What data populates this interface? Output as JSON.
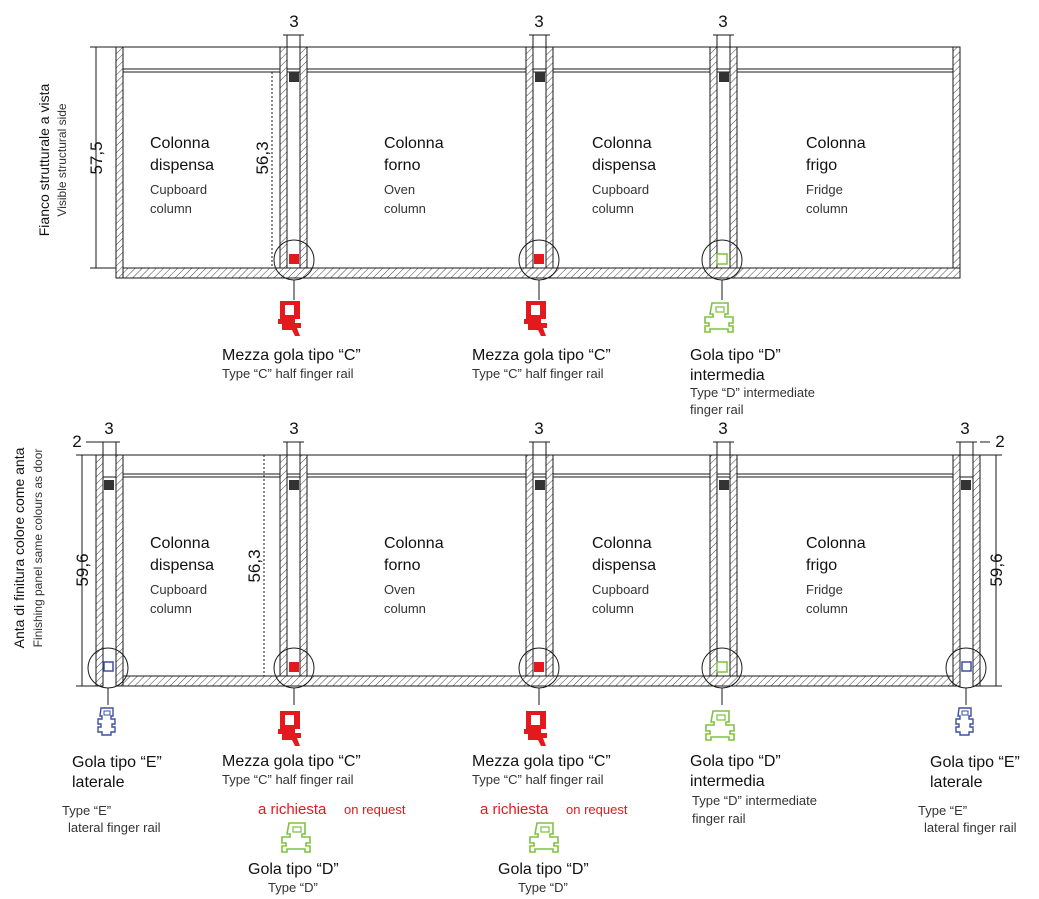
{
  "colors": {
    "red": "#e3191d",
    "green": "#7fc241",
    "blue": "#3d4fa6",
    "line": "#1a1a1a",
    "hatch": "#444444"
  },
  "top": {
    "side_label_it": "Fianco strutturale a vista",
    "side_label_en": "Visible structural side",
    "dim_height": "57,5",
    "dim_inner": "56,3",
    "dim_gap": "3",
    "columns": [
      {
        "it1": "Colonna",
        "it2": "dispensa",
        "en1": "Cupboard",
        "en2": "column"
      },
      {
        "it1": "Colonna",
        "it2": "forno",
        "en1": "Oven",
        "en2": "column"
      },
      {
        "it1": "Colonna",
        "it2": "dispensa",
        "en1": "Cupboard",
        "en2": "column"
      },
      {
        "it1": "Colonna",
        "it2": "frigo",
        "en1": "Fridge",
        "en2": "column"
      }
    ],
    "rails": [
      {
        "title": "Mezza gola tipo “C”",
        "desc": "Type “C” half finger rail"
      },
      {
        "title": "Mezza gola tipo “C”",
        "desc": "Type “C” half finger rail"
      },
      {
        "title": "Gola tipo “D”",
        "title2": "intermedia",
        "desc": "Type “D” intermediate",
        "desc2": "finger rail"
      }
    ]
  },
  "bottom": {
    "side_label_it": "Anta di finitura colore come anta",
    "side_label_en": "Finishing panel same colours as door",
    "dim_height": "59,6",
    "dim_inner": "56,3",
    "dim_gap": "3",
    "dim_edge": "2",
    "columns": [
      {
        "it1": "Colonna",
        "it2": "dispensa",
        "en1": "Cupboard",
        "en2": "column"
      },
      {
        "it1": "Colonna",
        "it2": "forno",
        "en1": "Oven",
        "en2": "column"
      },
      {
        "it1": "Colonna",
        "it2": "dispensa",
        "en1": "Cupboard",
        "en2": "column"
      },
      {
        "it1": "Colonna",
        "it2": "frigo",
        "en1": "Fridge",
        "en2": "column"
      }
    ],
    "rails": {
      "e_left": {
        "title": "Gola tipo “E”",
        "title2": "laterale",
        "desc": "Type “E”",
        "desc2": "lateral finger rail"
      },
      "c1": {
        "title": "Mezza gola tipo “C”",
        "desc": "Type “C” half finger rail",
        "req_it": "a richiesta",
        "req_en": "on request",
        "alt_title": "Gola tipo “D”",
        "alt_desc": "Type “D”"
      },
      "c2": {
        "title": "Mezza gola tipo “C”",
        "desc": "Type “C” half finger rail",
        "req_it": "a richiesta",
        "req_en": "on request",
        "alt_title": "Gola tipo “D”",
        "alt_desc": "Type “D”"
      },
      "d": {
        "title": "Gola tipo “D”",
        "title2": "intermedia",
        "desc": "Type “D” intermediate",
        "desc2": "finger rail"
      },
      "e_right": {
        "title": "Gola tipo “E”",
        "title2": "laterale",
        "desc": "Type “E”",
        "desc2": "lateral finger rail"
      }
    }
  }
}
